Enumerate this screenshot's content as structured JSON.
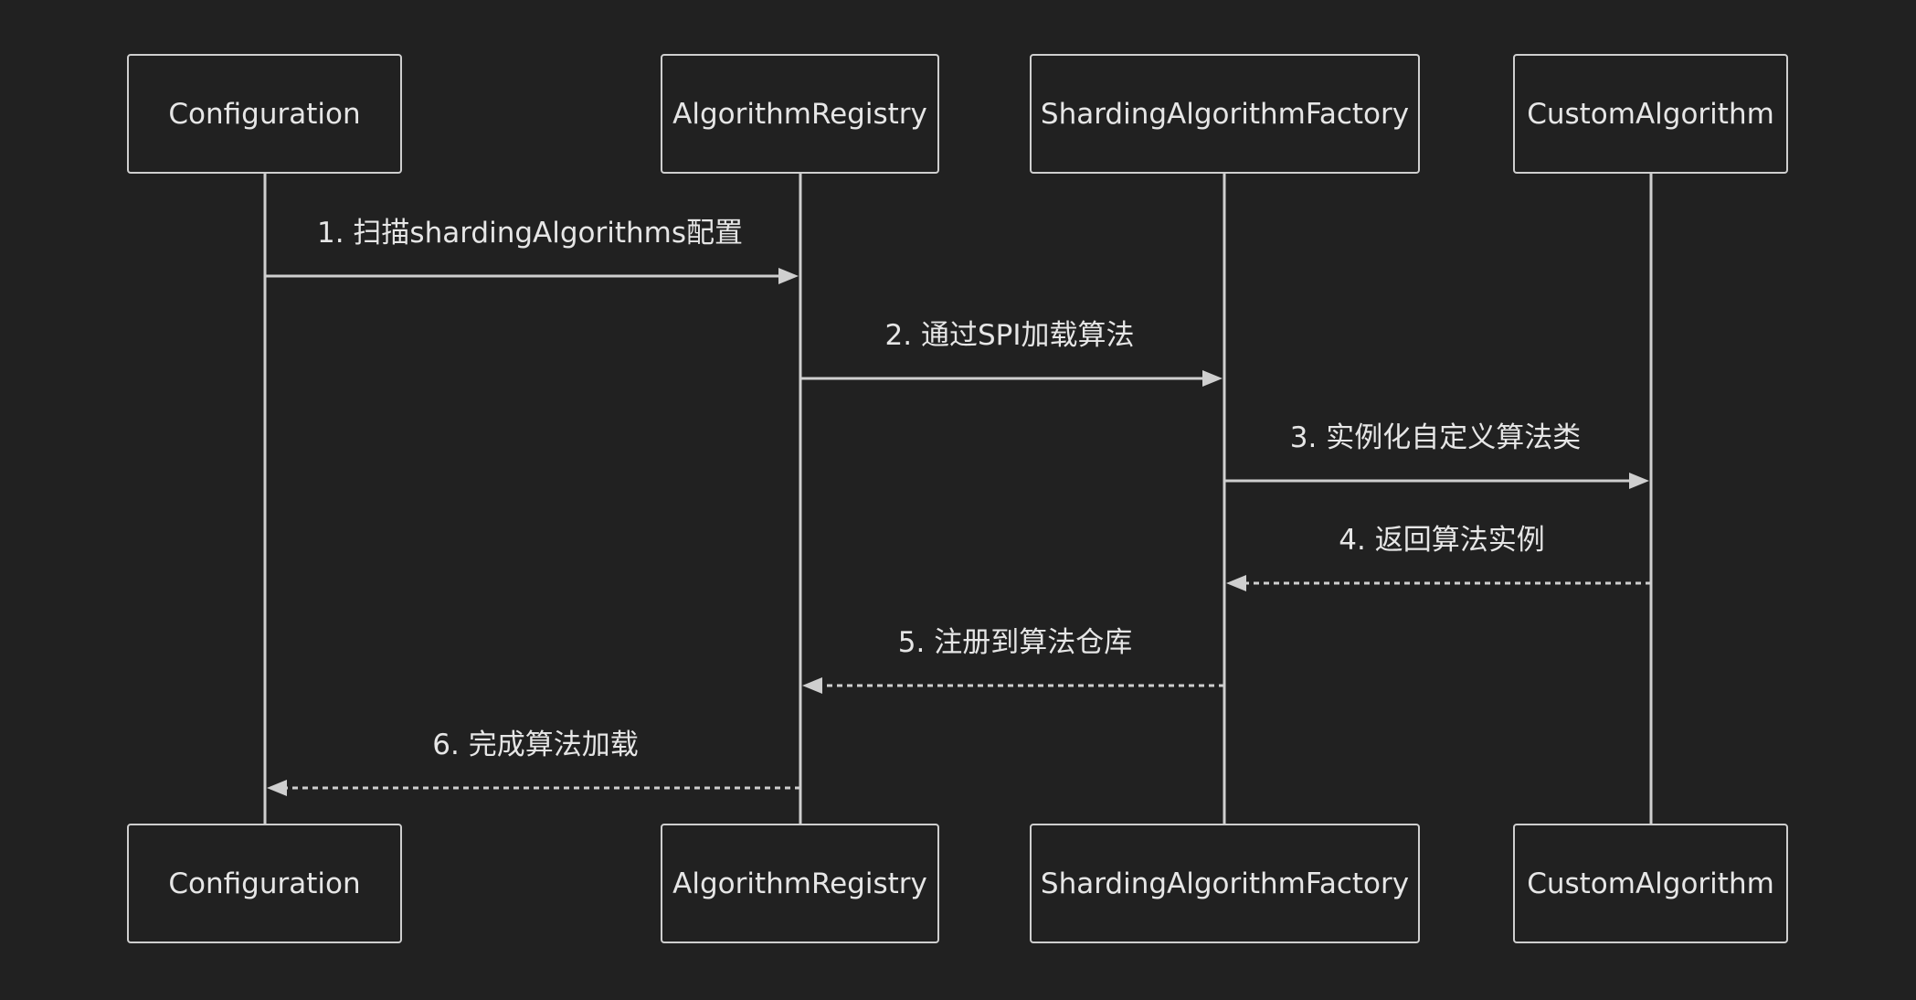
{
  "participants": [
    {
      "id": "config",
      "label": "Configuration"
    },
    {
      "id": "registry",
      "label": "AlgorithmRegistry"
    },
    {
      "id": "factory",
      "label": "ShardingAlgorithmFactory"
    },
    {
      "id": "custom",
      "label": "CustomAlgorithm"
    }
  ],
  "messages": [
    {
      "from": "config",
      "to": "registry",
      "label": "1. 扫描shardingAlgorithms配置",
      "style": "solid"
    },
    {
      "from": "registry",
      "to": "factory",
      "label": "2. 通过SPI加载算法",
      "style": "solid"
    },
    {
      "from": "factory",
      "to": "custom",
      "label": "3. 实例化自定义算法类",
      "style": "solid"
    },
    {
      "from": "custom",
      "to": "factory",
      "label": "4. 返回算法实例",
      "style": "dashed"
    },
    {
      "from": "factory",
      "to": "registry",
      "label": "5. 注册到算法仓库",
      "style": "dashed"
    },
    {
      "from": "registry",
      "to": "config",
      "label": "6. 完成算法加载",
      "style": "dashed"
    }
  ],
  "colors": {
    "background": "#212121",
    "line": "#cfcfcf",
    "text": "#e6e6e6"
  }
}
